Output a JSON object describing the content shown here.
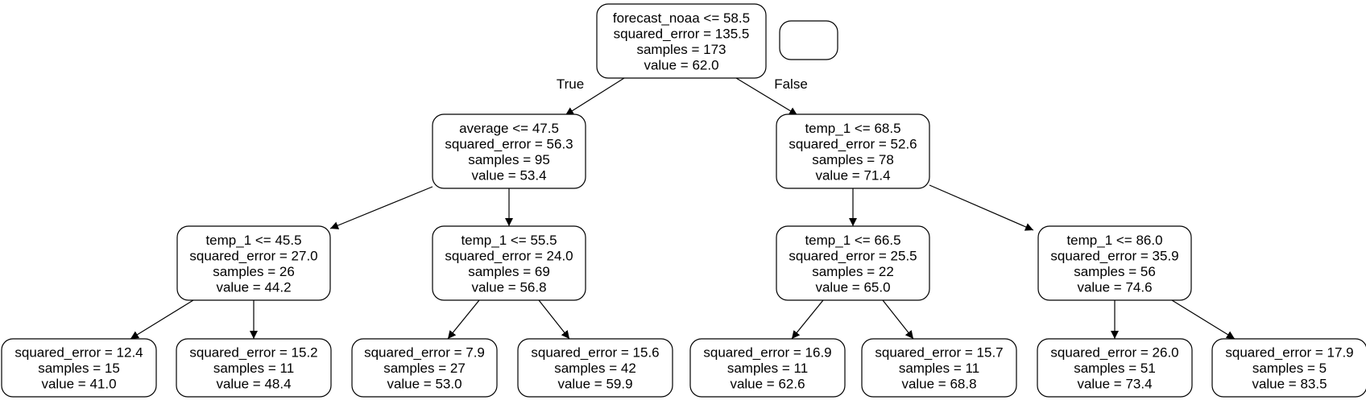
{
  "tree": {
    "nodes": [
      {
        "id": "n0",
        "lines": [
          "forecast_noaa <= 58.5",
          "squared_error = 135.5",
          "samples = 173",
          "value = 62.0"
        ]
      },
      {
        "id": "n1",
        "lines": [
          "average <= 47.5",
          "squared_error = 56.3",
          "samples = 95",
          "value = 53.4"
        ]
      },
      {
        "id": "n2",
        "lines": [
          "temp_1 <= 68.5",
          "squared_error = 52.6",
          "samples = 78",
          "value = 71.4"
        ]
      },
      {
        "id": "n3",
        "lines": [
          "temp_1 <= 45.5",
          "squared_error = 27.0",
          "samples = 26",
          "value = 44.2"
        ]
      },
      {
        "id": "n4",
        "lines": [
          "temp_1 <= 55.5",
          "squared_error = 24.0",
          "samples = 69",
          "value = 56.8"
        ]
      },
      {
        "id": "n5",
        "lines": [
          "temp_1 <= 66.5",
          "squared_error = 25.5",
          "samples = 22",
          "value = 65.0"
        ]
      },
      {
        "id": "n6",
        "lines": [
          "temp_1 <= 86.0",
          "squared_error = 35.9",
          "samples = 56",
          "value = 74.6"
        ]
      },
      {
        "id": "n7",
        "lines": [
          "squared_error = 12.4",
          "samples = 15",
          "value = 41.0"
        ]
      },
      {
        "id": "n8",
        "lines": [
          "squared_error = 15.2",
          "samples = 11",
          "value = 48.4"
        ]
      },
      {
        "id": "n9",
        "lines": [
          "squared_error = 7.9",
          "samples = 27",
          "value = 53.0"
        ]
      },
      {
        "id": "n10",
        "lines": [
          "squared_error = 15.6",
          "samples = 42",
          "value = 59.9"
        ]
      },
      {
        "id": "n11",
        "lines": [
          "squared_error = 16.9",
          "samples = 11",
          "value = 62.6"
        ]
      },
      {
        "id": "n12",
        "lines": [
          "squared_error = 15.7",
          "samples = 11",
          "value = 68.8"
        ]
      },
      {
        "id": "n13",
        "lines": [
          "squared_error = 26.0",
          "samples = 51",
          "value = 73.4"
        ]
      },
      {
        "id": "n14",
        "lines": [
          "squared_error = 17.9",
          "samples = 5",
          "value = 83.5"
        ]
      },
      {
        "id": "legend",
        "lines": []
      }
    ],
    "edges": [
      {
        "from": "n0",
        "to": "n1",
        "label": "True"
      },
      {
        "from": "n0",
        "to": "n2",
        "label": "False"
      },
      {
        "from": "n1",
        "to": "n3",
        "label": ""
      },
      {
        "from": "n1",
        "to": "n4",
        "label": ""
      },
      {
        "from": "n2",
        "to": "n5",
        "label": ""
      },
      {
        "from": "n2",
        "to": "n6",
        "label": ""
      },
      {
        "from": "n3",
        "to": "n7",
        "label": ""
      },
      {
        "from": "n3",
        "to": "n8",
        "label": ""
      },
      {
        "from": "n4",
        "to": "n9",
        "label": ""
      },
      {
        "from": "n4",
        "to": "n10",
        "label": ""
      },
      {
        "from": "n5",
        "to": "n11",
        "label": ""
      },
      {
        "from": "n5",
        "to": "n12",
        "label": ""
      },
      {
        "from": "n6",
        "to": "n13",
        "label": ""
      },
      {
        "from": "n6",
        "to": "n14",
        "label": ""
      }
    ]
  }
}
